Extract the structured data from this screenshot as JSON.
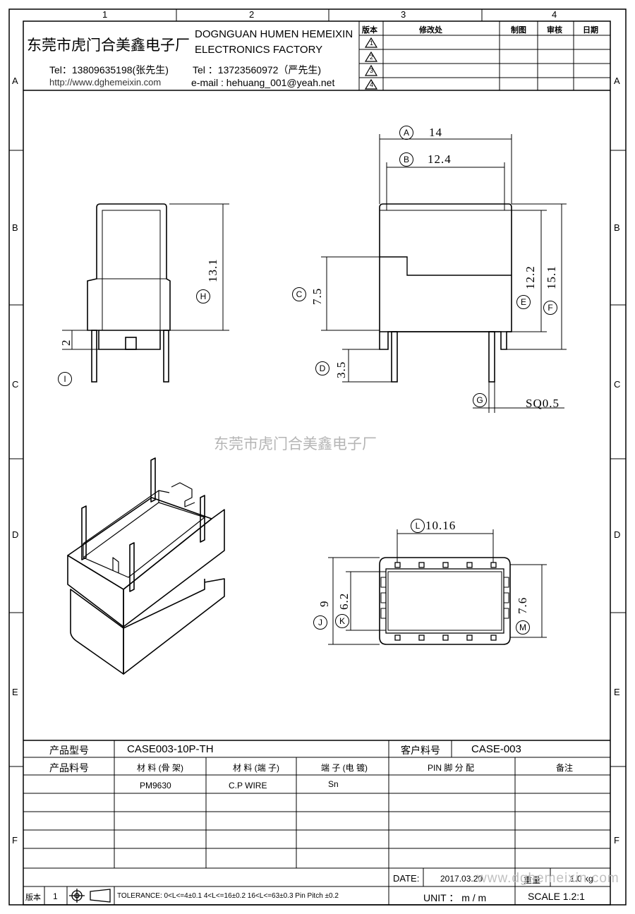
{
  "zones": {
    "columns": [
      "1",
      "2",
      "3",
      "4"
    ],
    "rows": [
      "A",
      "B",
      "C",
      "D",
      "E",
      "F"
    ]
  },
  "title_block": {
    "company_cn": "东莞市虎门合美鑫电子厂",
    "company_en_1": "DOGNGUAN HUMEN HEMEIXIN",
    "company_en_2": "ELECTRONICS FACTORY",
    "tel_1": "Tel：13809635198(张先生)",
    "website": "http://www.dghemeixin.com",
    "tel_2": "Tel ：13723560972（严先生)",
    "email": "e-mail : hehuang_001@yeah.net"
  },
  "revision_table": {
    "headers": [
      "版本",
      "修改处",
      "制图",
      "审核",
      "日期"
    ],
    "revisions": [
      "1",
      "2",
      "3",
      "4"
    ]
  },
  "dimensions": {
    "A": {
      "label": "A",
      "value": "14"
    },
    "B": {
      "label": "B",
      "value": "12.4"
    },
    "C": {
      "label": "C",
      "value": "7.5"
    },
    "D": {
      "label": "D",
      "value": "3.5"
    },
    "E": {
      "label": "E",
      "value": "12.2"
    },
    "F": {
      "label": "F",
      "value": "15.1"
    },
    "G": {
      "label": "G",
      "value": "SQ0.5"
    },
    "H": {
      "label": "H",
      "value": "13.1"
    },
    "I": {
      "label": "I",
      "value": "2"
    },
    "J": {
      "label": "J",
      "value": "9"
    },
    "K": {
      "label": "K",
      "value": "6.2"
    },
    "L": {
      "label": "L",
      "value": "10.16"
    },
    "M": {
      "label": "M",
      "value": "7.6"
    }
  },
  "watermark": "东莞市虎门合美鑫电子厂",
  "spec_table": {
    "product_model_label": "产品型号",
    "product_model": "CASE003-10P-TH",
    "customer_part_label": "客户料号",
    "customer_part": "CASE-003",
    "product_part_label": "产品料号",
    "col_material_frame": "材 料 (骨 架)",
    "col_material_pin": "材 料 (端 子)",
    "col_pin_plating": "端 子 (电 镀)",
    "col_pin_assign": "PIN 脚 分 配",
    "col_remarks": "备注",
    "material_frame": "PM9630",
    "material_pin": "C.P WIRE",
    "pin_plating": "Sn",
    "date_label": "DATE:",
    "date_value": "2017.03.20",
    "weight_label": "重量",
    "weight_value": "1.0 kg",
    "bottom_watermark": "www.dghemeixin.com",
    "version_label": "版本",
    "version_value": "1",
    "tolerance": "TOLERANCE:  0<L<=4±0.1  4<L<=16±0.2  16<L<=63±0.3  Pin Pitch  ±0.2",
    "unit": "UNIT ： m / m",
    "scale": "SCALE  1.2:1"
  }
}
